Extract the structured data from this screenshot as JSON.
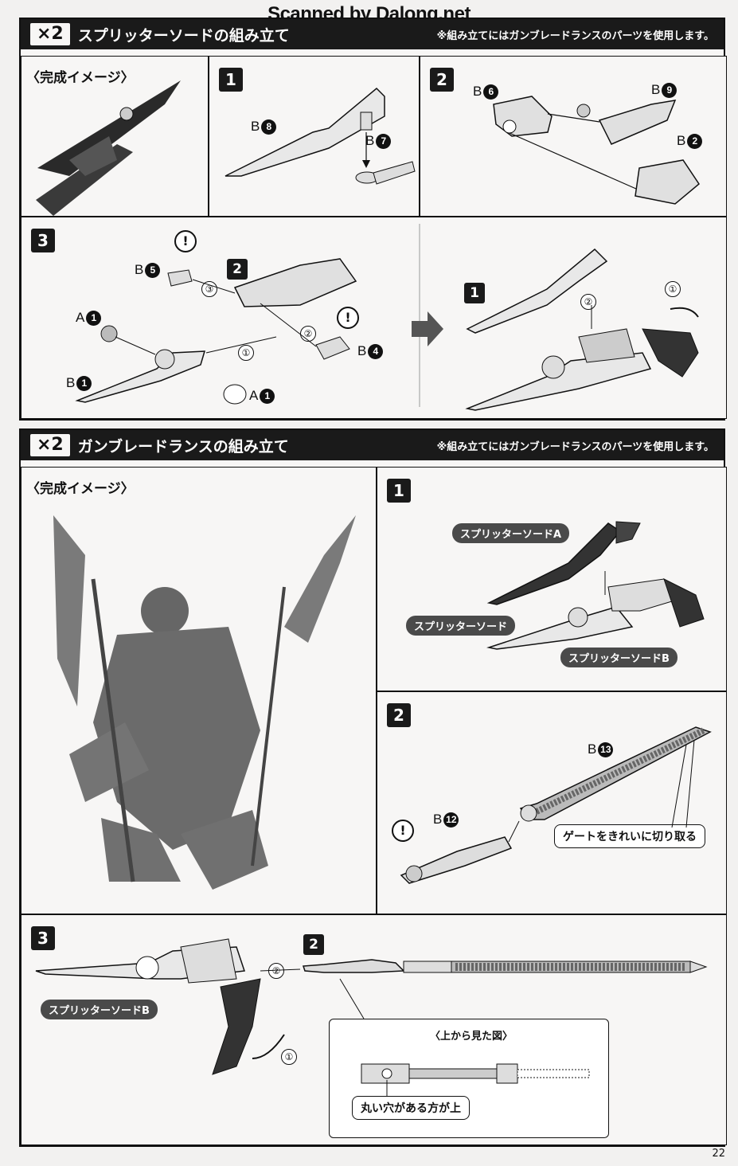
{
  "watermark": "Scanned by Dalong.net",
  "page_number": "22",
  "section1": {
    "x2_label": "×2",
    "title": "スプリッターソードの組み立て",
    "note": "※組み立てにはガンブレードランスのパーツを使用します。",
    "completion_caption": "〈完成イメージ〉",
    "step1": {
      "num": "1",
      "parts": [
        {
          "letter": "B",
          "num": "8"
        },
        {
          "letter": "B",
          "num": "7"
        }
      ]
    },
    "step2": {
      "num": "2",
      "parts": [
        {
          "letter": "B",
          "num": "6"
        },
        {
          "letter": "B",
          "num": "9"
        },
        {
          "letter": "B",
          "num": "2"
        }
      ]
    },
    "step3": {
      "num": "3",
      "sub_num": "2",
      "result_num": "1",
      "parts": [
        {
          "letter": "B",
          "num": "5"
        },
        {
          "letter": "A",
          "num": "1"
        },
        {
          "letter": "B",
          "num": "1"
        },
        {
          "letter": "A",
          "num": "1"
        },
        {
          "letter": "B",
          "num": "4"
        }
      ],
      "order": [
        "①",
        "②",
        "③"
      ],
      "result_order": [
        "①",
        "②"
      ],
      "warn": "!"
    }
  },
  "section2": {
    "x2_label": "×2",
    "title": "ガンブレードランスの組み立て",
    "note": "※組み立てにはガンブレードランスのパーツを使用します。",
    "completion_caption": "〈完成イメージ〉",
    "step1": {
      "num": "1",
      "tag_a": "スプリッターソードA",
      "tag_sword": "スプリッターソード",
      "tag_b": "スプリッターソードB"
    },
    "step2": {
      "num": "2",
      "parts": [
        {
          "letter": "B",
          "num": "13"
        },
        {
          "letter": "B",
          "num": "12"
        }
      ],
      "callout": "ゲートをきれいに切り取る",
      "warn": "!"
    },
    "step3": {
      "num": "3",
      "sub_num": "2",
      "tag_b": "スプリッターソードB",
      "order": [
        "①",
        "②"
      ],
      "top_view": "〈上から見た図〉",
      "callout": "丸い穴がある方が上"
    }
  }
}
